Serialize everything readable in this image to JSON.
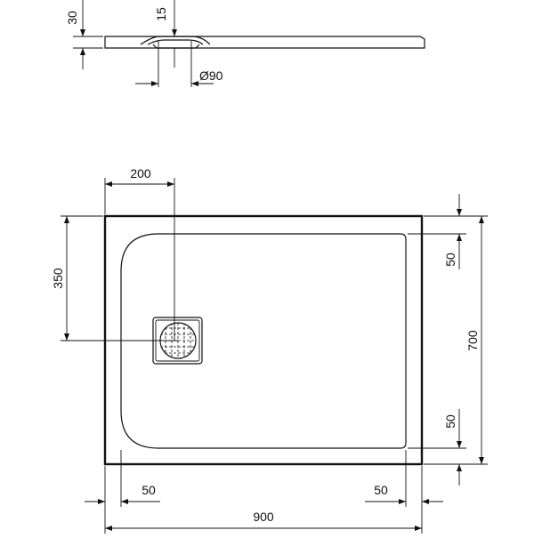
{
  "side_view": {
    "dimensions": {
      "thickness": "30",
      "drain_offset": "15",
      "drain_diameter": "Ø90"
    }
  },
  "plan_view": {
    "dimensions": {
      "drain_x": "200",
      "drain_y": "350",
      "overall_depth": "700",
      "top_margin": "50",
      "bottom_margin": "50",
      "left_margin": "50",
      "right_margin": "50",
      "overall_width": "900"
    }
  }
}
